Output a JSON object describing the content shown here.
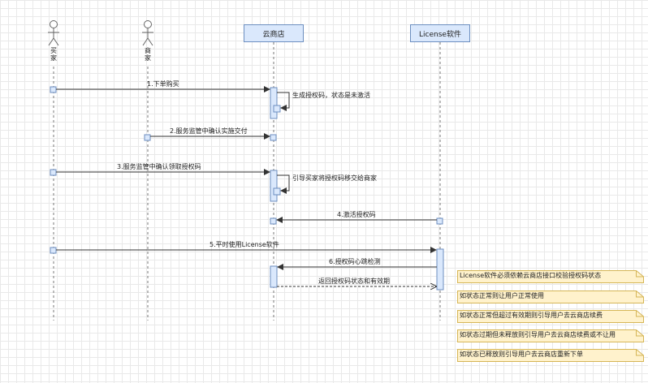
{
  "participants": {
    "buyer": {
      "name": "买家"
    },
    "merchant": {
      "name": "商家"
    },
    "cloud_store": {
      "name": "云商店"
    },
    "license_software": {
      "name": "License软件"
    }
  },
  "messages": [
    {
      "label": "1.下单购买",
      "style": "solid"
    },
    {
      "label": "生成授权码，状态是未激活",
      "style": "self"
    },
    {
      "label": "2.服务监管中确认实施交付",
      "style": "solid"
    },
    {
      "label": "3.服务监管中确认领取授权码",
      "style": "solid"
    },
    {
      "label": "引导买家将授权码移交给商家",
      "style": "self"
    },
    {
      "label": "4.激活授权码",
      "style": "solid"
    },
    {
      "label": "5.平时使用License软件",
      "style": "solid"
    },
    {
      "label": "6.授权码心跳检测",
      "style": "solid"
    },
    {
      "label": "返回授权码状态和有效期",
      "style": "dashed"
    }
  ],
  "notes": [
    "License软件必须依赖云商店接口校验授权码状态",
    "如状态正常则让用户正常使用",
    "如状态正常但超过有效期则引导用户去云商店续费",
    "如状态过期但未释放则引导用户去云商店续费或不让用",
    "如状态已释放则引导用户去云商店重新下单"
  ],
  "colors": {
    "participant_fill": "#dae8fc",
    "participant_stroke": "#6c8ebf",
    "note_fill": "#fff2cc",
    "note_stroke": "#d6b656",
    "line": "#333333"
  }
}
